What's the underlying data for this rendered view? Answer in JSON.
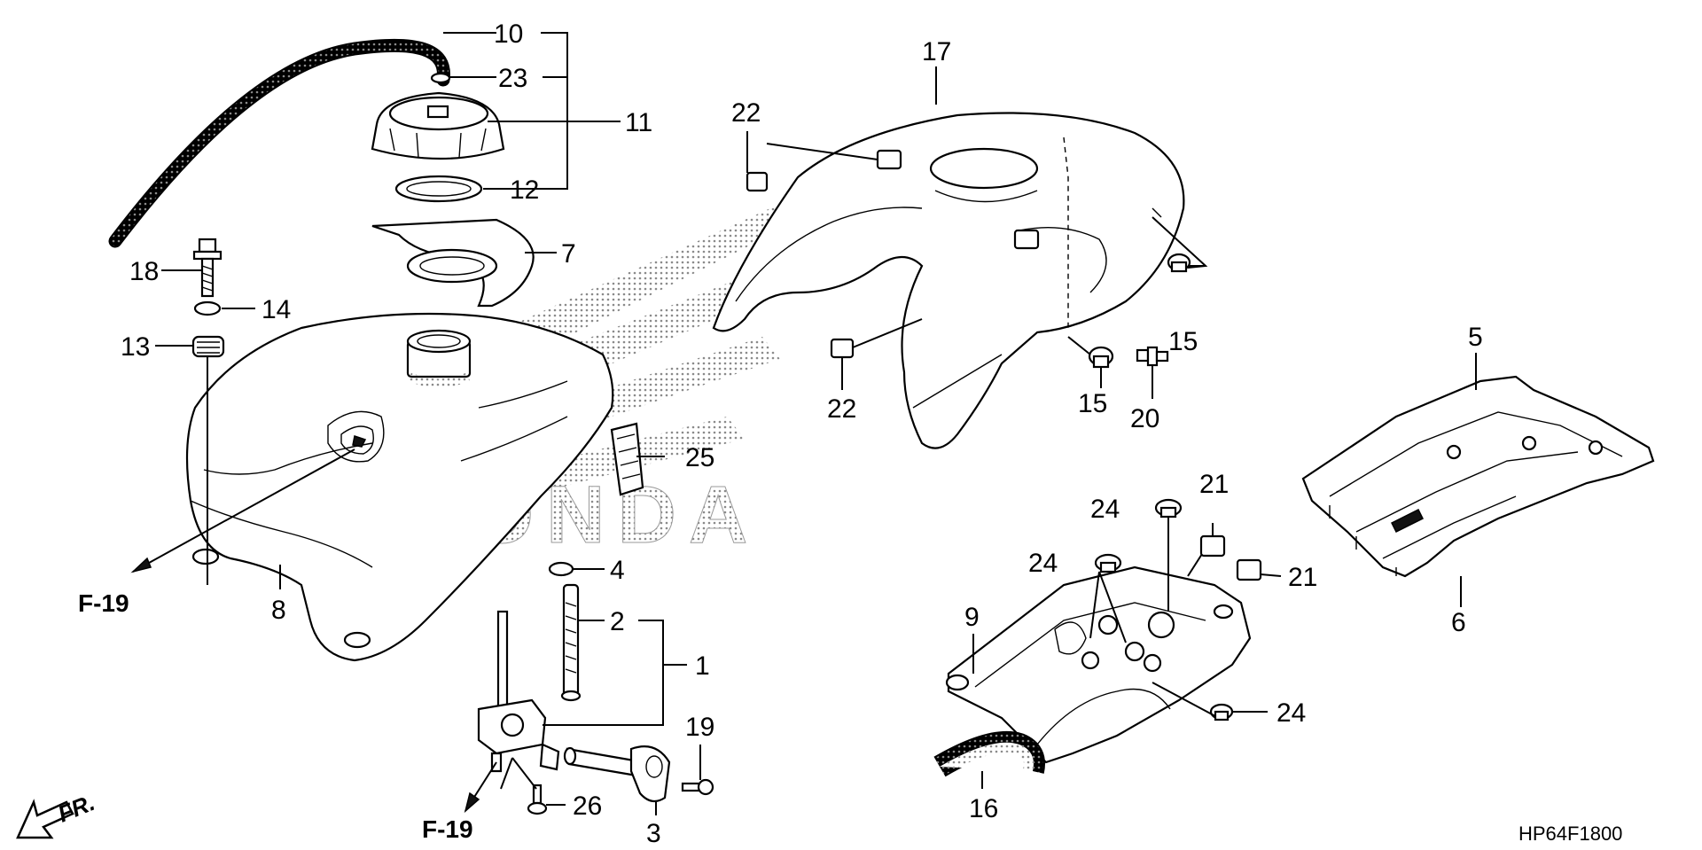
{
  "labels": {
    "n1": "1",
    "n2": "2",
    "n3": "3",
    "n4": "4",
    "n5": "5",
    "n6": "6",
    "n7": "7",
    "n8": "8",
    "n9": "9",
    "n10": "10",
    "n11": "11",
    "n12": "12",
    "n13": "13",
    "n14": "14",
    "n15a": "15",
    "n15b": "15",
    "n16": "16",
    "n17": "17",
    "n18": "18",
    "n19": "19",
    "n20": "20",
    "n21a": "21",
    "n21b": "21",
    "n22a": "22",
    "n22b": "22",
    "n23": "23",
    "n24a": "24",
    "n24b": "24",
    "n24c": "24",
    "n25": "25",
    "n26": "26"
  },
  "refs": {
    "f19_left": "F-19",
    "f19_bottom": "F-19"
  },
  "front_marker": "FR.",
  "watermark": "HONDA",
  "diagram_code": "HP64F1800"
}
